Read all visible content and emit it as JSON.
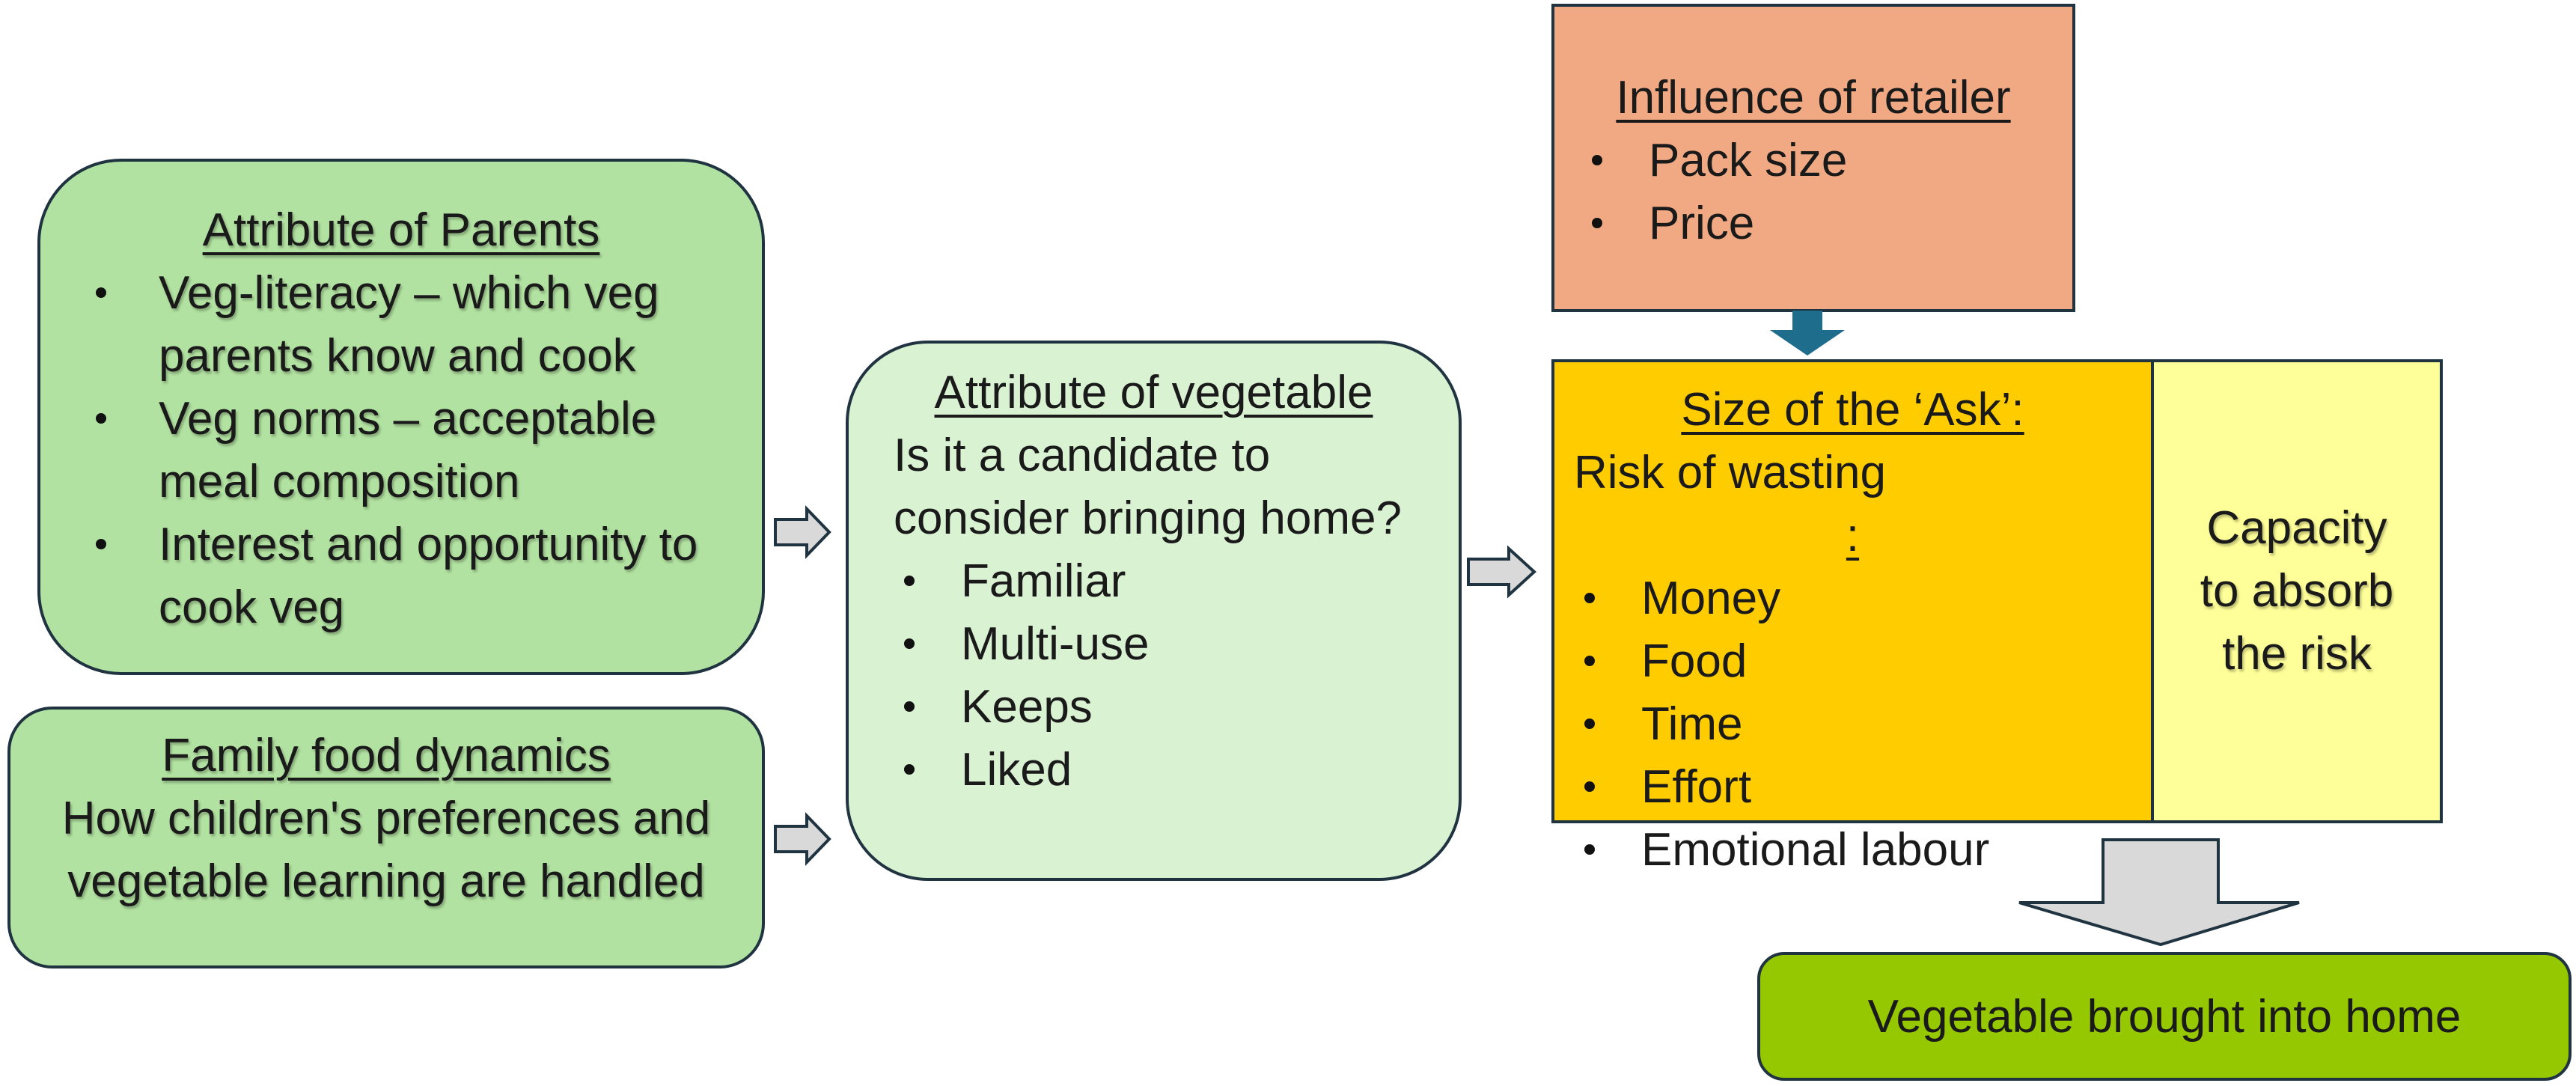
{
  "parents": {
    "title": "Attribute of Parents",
    "items": [
      "Veg-literacy – which veg parents know and cook",
      "Veg norms – acceptable meal composition",
      "Interest and opportunity to cook veg"
    ]
  },
  "family": {
    "title": "Family food dynamics",
    "body": "How children's preferences and vegetable learning are handled"
  },
  "vegetable": {
    "title": "Attribute of vegetable",
    "question": "Is it a candidate to consider bringing home?",
    "items": [
      "Familiar",
      "Multi-use",
      "Keeps",
      "Liked"
    ]
  },
  "retailer": {
    "title": "Influence of retailer",
    "items": [
      "Pack size",
      "Price"
    ]
  },
  "ask": {
    "title": "Size of the ‘Ask’:",
    "risk_label": "Risk of wasting",
    "risk_colon": ":",
    "items": [
      "Money",
      "Food",
      "Time",
      "Effort",
      "Emotional labour"
    ]
  },
  "capacity": {
    "text": "Capacity to absorb the risk"
  },
  "outcome": {
    "text": "Vegetable brought into home"
  },
  "colors": {
    "parents_fill": "#b2e2a1",
    "vegetable_fill": "#d9f2d2",
    "retailer_fill": "#f1a984",
    "ask_fill": "#ffcc00",
    "capacity_fill": "#ffff99",
    "outcome_fill": "#96c800",
    "arrow_down_dark": "#1f6d8c",
    "arrow_grey": "#d9d9d9",
    "border": "#1f3440"
  }
}
